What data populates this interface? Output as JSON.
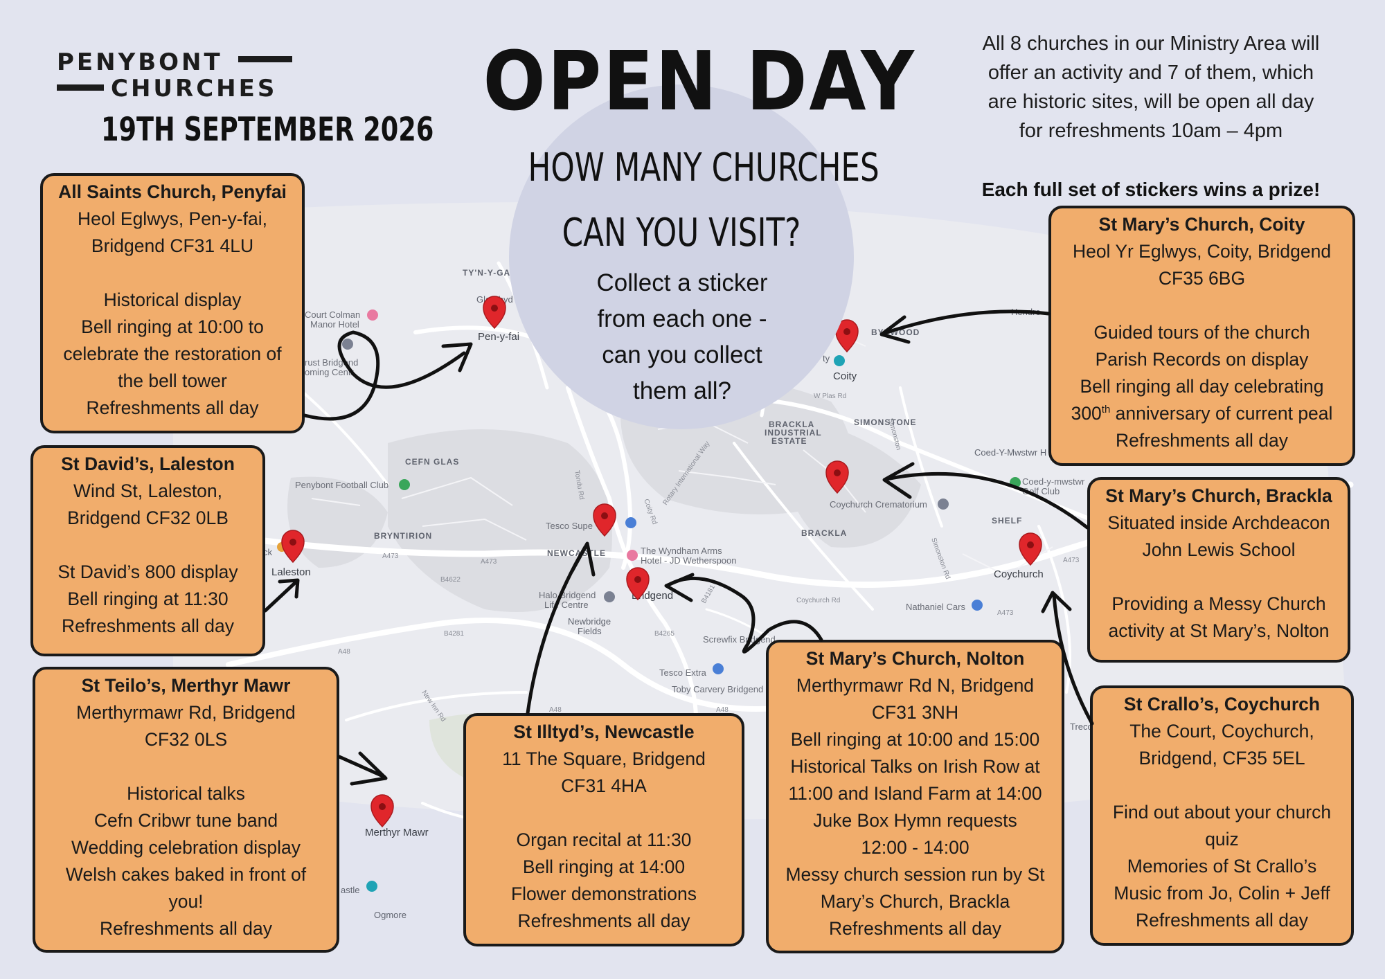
{
  "logo": {
    "line1": "PENYBONT",
    "line2": "CHURCHES"
  },
  "event": {
    "date": "19TH SEPTEMBER 2026",
    "title": "OPEN DAY",
    "question_line1": "HOW MANY CHURCHES",
    "question_line2": "CAN YOU VISIT?",
    "collect_lines": [
      "Collect a sticker",
      "from each one -",
      "can you collect",
      "them all?"
    ],
    "intro_lines": [
      "All 8 churches in our Ministry Area will",
      "offer an activity and 7 of them, which",
      "are historic sites, will be open all day",
      "for refreshments 10am – 4pm"
    ],
    "prize": "Each full set of stickers wins a prize!"
  },
  "colors": {
    "box_fill": "#f1ad6c",
    "box_border": "#1a1a1a",
    "background": "#e2e4ef",
    "pin": "#e0262b"
  },
  "map_labels": {
    "tyn_y_gar": "TY'N-Y-GA",
    "glanrhyd": "Glanrhyd",
    "pen_y_fai": "Pen-y-fai",
    "court_colman": "Court Colman",
    "manor_hotel": "Manor Hotel",
    "trust_bridgend": "rust Bridgend",
    "coming_centre": "oming Centr",
    "coity": "Coity",
    "byeswood": "BYEWOOD",
    "hendre": "Hendre",
    "w_plas_rd": "W Plas Rd",
    "brackla_estate_1": "BRACKLA",
    "brackla_estate_2": "INDUSTRIAL",
    "brackla_estate_3": "ESTATE",
    "simonstone": "SIMONSTONE",
    "coed_y_mwstwr": "Coed-Y-Mwstwr H",
    "golf_1": "Coed-y-mwstwr",
    "golf_2": "Golf Club",
    "cefn_glas": "CEFN GLAS",
    "penybont_fc": "Penybont Football Club",
    "bryntirion": "BRYNTIRION",
    "laleston": "Laleston",
    "tesco_super": "Tesco Supe",
    "newcastle": "NEWCASTLE",
    "wyndham_1": "The Wyndham Arms",
    "wyndham_2": "Hotel - JD Wetherspoon",
    "halo_1": "Halo Bridgend",
    "halo_2": "Life Centre",
    "bridgend": "Bridgend",
    "newbridge_1": "Newbridge",
    "newbridge_2": "Fields",
    "coychurch_crem": "Coychurch Crematorium",
    "brackla": "BRACKLA",
    "shelf": "SHELF",
    "coychurch": "Coychurch",
    "coychurch_rd": "Coychurch Rd",
    "nathaniel_cars": "Nathaniel Cars",
    "screwfix": "Screwfix Bridgend",
    "tesco_extra": "Tesco Extra",
    "toby_carvery": "Toby Carvery Bridgend",
    "merthyr_mawr": "Merthyr Mawr",
    "castle": "astle",
    "ogmore": "Ogmore",
    "treco": "Treco",
    "a473_1": "A473",
    "a473_2": "A473",
    "a473_3": "A473",
    "a473_4": "A473",
    "a48_1": "A48",
    "a48_2": "A48",
    "a48_3": "A48",
    "b4265": "B4265",
    "b4622": "B4622",
    "b4281": "B4281",
    "tondu_rd": "Tondu Rd",
    "coity_rd": "Coity Rd",
    "rotary": "Rotary International Way",
    "simonston_rd": "Simonston Rd",
    "simonstone_rd2": "Simonston",
    "new_inn_rd": "New Inn Rd",
    "b4181": "B4181",
    "ck": "ck",
    "ty": "ty"
  },
  "churches": [
    {
      "id": "penyfai",
      "name": "All Saints Church, Penyfai",
      "address": [
        "Heol Eglwys, Pen-y-fai,",
        "Bridgend CF31 4LU"
      ],
      "activities": [
        "Historical display",
        "Bell ringing at 10:00 to",
        "celebrate the restoration of",
        "the bell tower",
        "Refreshments all day"
      ]
    },
    {
      "id": "coity",
      "name": "St Mary’s Church, Coity",
      "address": [
        "Heol Yr Eglwys, Coity, Bridgend",
        "CF35 6BG"
      ],
      "activities": [
        "Guided tours of the church",
        "Parish Records on display",
        "Bell ringing all day celebrating"
      ],
      "anniv_pre": "300",
      "anniv_sup": "th",
      "anniv_post": " anniversary of current peal",
      "activities_after": [
        "Refreshments all day"
      ]
    },
    {
      "id": "laleston",
      "name": "St David’s, Laleston",
      "address": [
        "Wind St, Laleston,",
        "Bridgend CF32 0LB"
      ],
      "activities": [
        "St David’s 800 display",
        "Bell ringing at  11:30",
        "Refreshments all day"
      ]
    },
    {
      "id": "brackla",
      "name": "St Mary’s Church, Brackla",
      "address": [
        "Situated inside Archdeacon",
        "John Lewis School"
      ],
      "activities": [
        "Providing a Messy Church",
        "activity at St Mary’s, Nolton"
      ]
    },
    {
      "id": "merthyr",
      "name": "St Teilo’s, Merthyr Mawr",
      "address": [
        "Merthyrmawr Rd, Bridgend",
        "CF32 0LS"
      ],
      "activities": [
        "Historical talks",
        "Cefn Cribwr tune band",
        "Wedding celebration display",
        "Welsh cakes baked in front of",
        "you!",
        "Refreshments all day"
      ]
    },
    {
      "id": "newcastle",
      "name": "St Illtyd’s, Newcastle",
      "address": [
        "11 The Square, Bridgend",
        "CF31 4HA"
      ],
      "activities": [
        "Organ recital at 11:30",
        "Bell ringing at 14:00",
        "Flower demonstrations",
        "Refreshments all day"
      ]
    },
    {
      "id": "nolton",
      "name": "St Mary’s Church, Nolton",
      "address": [
        "Merthyrmawr Rd N, Bridgend",
        "CF31 3NH"
      ],
      "activities": [
        "Bell ringing at 10:00 and 15:00",
        "Historical Talks on Irish Row at",
        "11:00 and Island Farm at 14:00",
        "Juke Box Hymn requests",
        "12:00 - 14:00",
        "Messy church session run by St",
        "Mary’s Church, Brackla",
        "Refreshments all day"
      ]
    },
    {
      "id": "coychurch",
      "name": "St Crallo’s, Coychurch",
      "address": [
        "The Court, Coychurch,",
        "Bridgend, CF35 5EL"
      ],
      "activities": [
        "Find out about your church",
        "quiz",
        "Memories of St Crallo’s",
        "Music from Jo, Colin + Jeff",
        "Refreshments all day"
      ]
    }
  ]
}
